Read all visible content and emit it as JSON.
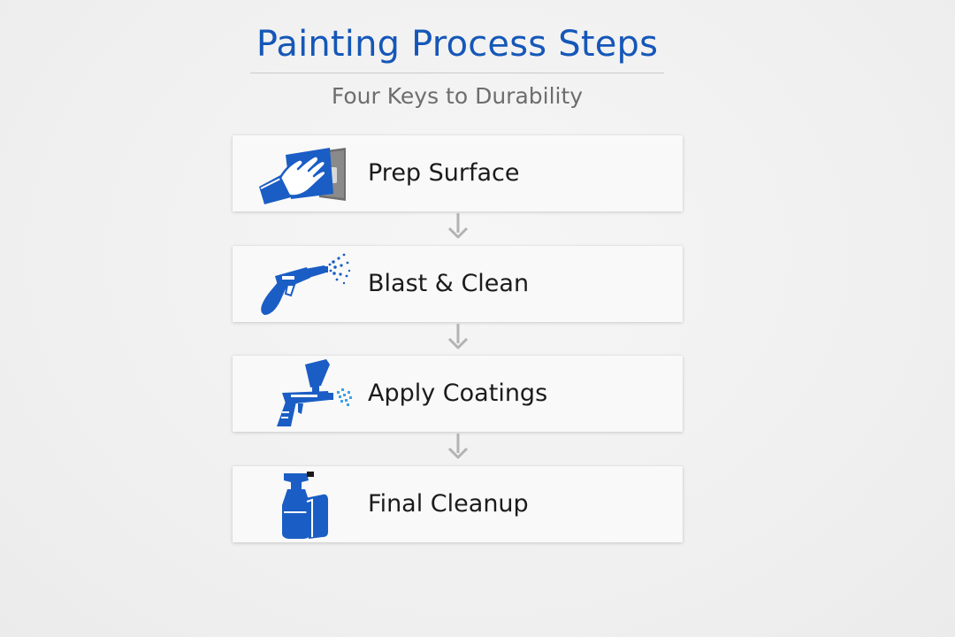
{
  "header": {
    "title": "Painting Process Steps",
    "subtitle": "Four Keys to Durability"
  },
  "colors": {
    "accent": "#1557b8",
    "icon_blue": "#1a5dc4",
    "text": "#1b1b1b",
    "subtitle": "#6d6d6d",
    "arrow": "#b3b3b3",
    "card": "#f9f9f9"
  },
  "steps": [
    {
      "label": "Prep Surface",
      "icon": "hand-wiping-surface-icon"
    },
    {
      "label": "Blast & Clean",
      "icon": "pressure-washer-spray-icon"
    },
    {
      "label": "Apply Coatings",
      "icon": "spray-paint-gun-icon"
    },
    {
      "label": "Final Cleanup",
      "icon": "spray-bottle-and-cloth-icon"
    }
  ]
}
